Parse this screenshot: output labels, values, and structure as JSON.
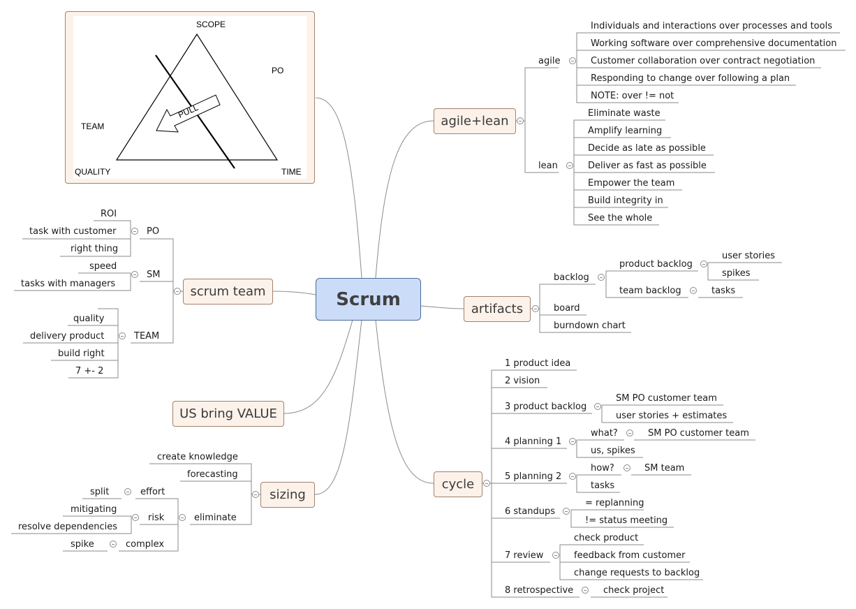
{
  "root": "Scrum",
  "triangle_image": {
    "scope": "SCOPE",
    "po": "PO",
    "team": "TEAM",
    "quality": "QUALITY",
    "time": "TIME",
    "pull": "PULL"
  },
  "agile_lean": {
    "label": "agile+lean",
    "agile": {
      "label": "agile",
      "items": [
        "Individuals and interactions over processes and tools",
        "Working software over comprehensive documentation",
        "Customer collaboration over contract negotiation",
        "Responding to change over following a plan",
        "NOTE: over != not"
      ]
    },
    "lean": {
      "label": "lean",
      "items": [
        "Eliminate waste",
        "Amplify learning",
        "Decide as late as possible",
        "Deliver as fast as possible",
        "Empower the team",
        "Build integrity in",
        "See the whole"
      ]
    }
  },
  "artifacts": {
    "label": "artifacts",
    "backlog": {
      "label": "backlog",
      "product_backlog": {
        "label": "product backlog",
        "items": [
          "user stories",
          "spikes"
        ]
      },
      "team_backlog": {
        "label": "team backlog",
        "items": [
          "tasks"
        ]
      }
    },
    "board": "board",
    "burndown": "burndown chart"
  },
  "cycle": {
    "label": "cycle",
    "s1": "1 product idea",
    "s2": "2 vision",
    "s3": {
      "label": "3 product backlog",
      "items": [
        "SM PO customer team",
        "user stories + estimates"
      ]
    },
    "s4": {
      "label": "4 planning 1",
      "what": "what?",
      "what_item": "SM PO customer team",
      "spikes": "us, spikes"
    },
    "s5": {
      "label": "5 planning 2",
      "how": "how?",
      "how_item": "SM team",
      "tasks": "tasks"
    },
    "s6": {
      "label": "6 standups",
      "items": [
        "= replanning",
        "!= status meeting"
      ]
    },
    "s7": {
      "label": "7 review",
      "items": [
        "check product",
        "feedback from customer",
        "change requests to backlog"
      ]
    },
    "s8": {
      "label": "8 retrospective",
      "item": "check project"
    }
  },
  "scrum_team": {
    "label": "scrum team",
    "po": {
      "label": "PO",
      "items": [
        "ROI",
        "task with customer",
        "right thing"
      ]
    },
    "sm": {
      "label": "SM",
      "items": [
        "speed",
        "tasks with managers"
      ]
    },
    "team": {
      "label": "TEAM",
      "items": [
        "quality",
        "delivery product",
        "build right",
        "7 +- 2"
      ]
    }
  },
  "us_value": "US bring VALUE",
  "sizing": {
    "label": "sizing",
    "knowledge": "create knowledge",
    "forecasting": "forecasting",
    "eliminate": {
      "label": "eliminate",
      "effort": {
        "label": "effort",
        "item": "split"
      },
      "risk": {
        "label": "risk",
        "items": [
          "mitigating",
          "resolve dependencies"
        ]
      },
      "complex": {
        "label": "complex",
        "item": "spike"
      }
    }
  },
  "colors": {
    "root_fill": "#cbdcf9",
    "node_fill": "#fdf2ea",
    "node_border": "#a0826d",
    "line": "#8a8a8a"
  }
}
